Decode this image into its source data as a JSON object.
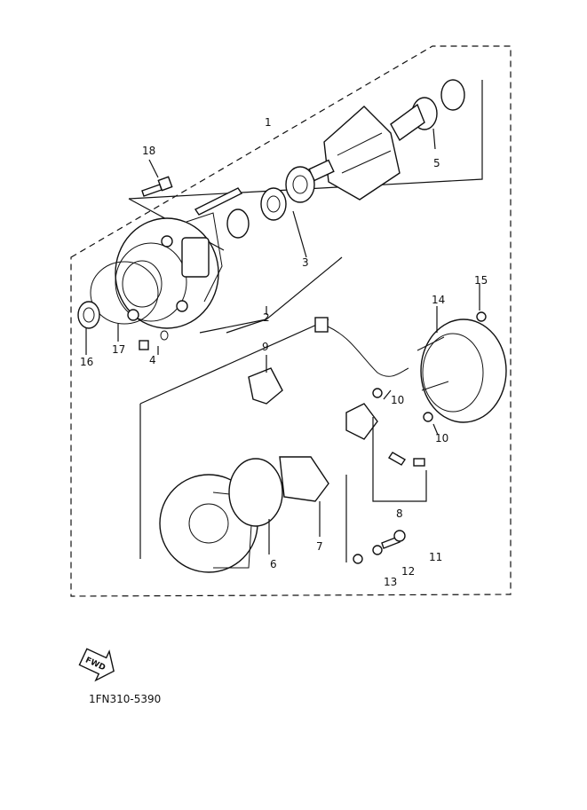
{
  "diagram": {
    "part_numbers": {
      "p1": "1",
      "p2": "2",
      "p3": "3",
      "p4": "4",
      "p5": "5",
      "p6": "6",
      "p7": "7",
      "p8": "8",
      "p9": "9",
      "p10a": "10",
      "p10b": "10",
      "p11": "11",
      "p12": "12",
      "p13": "13",
      "p14": "14",
      "p15": "15",
      "p16": "16",
      "p17": "17",
      "p18": "18"
    },
    "fwd_label": "FWD",
    "drawing_code": "1FN310-5390"
  }
}
